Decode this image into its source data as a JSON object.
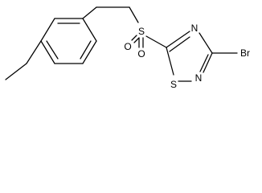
{
  "molecule": {
    "atoms": {
      "sulfonyl_s": "S",
      "sulfonyl_o_top": "O",
      "sulfonyl_o_bottom": "O",
      "ring_n_top": "N",
      "ring_n_bottom": "N",
      "ring_s": "S",
      "bromine": "Br"
    }
  }
}
